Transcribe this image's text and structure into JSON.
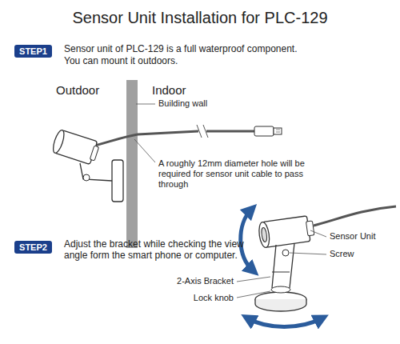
{
  "diagram": {
    "title": "Sensor Unit Installation for PLC-129",
    "nodes": [
      {
        "text": [
          "STEP1"
        ]
      },
      {
        "text": [
          "STEP2"
        ]
      }
    ],
    "labels": [
      "Sensor unit of PLC-129 is a full waterproof component.",
      "You can mount it outdoors.",
      "Outdoor",
      "Indoor",
      "Building wall",
      "A roughly 12mm diameter hole will be required for sensor unit cable to pass through",
      "Adjust the bracket while checking the view angle form the smart phone or computer.",
      "Sensor Unit",
      "Screw",
      "2-Axis Bracket",
      "Lock knob"
    ]
  }
}
